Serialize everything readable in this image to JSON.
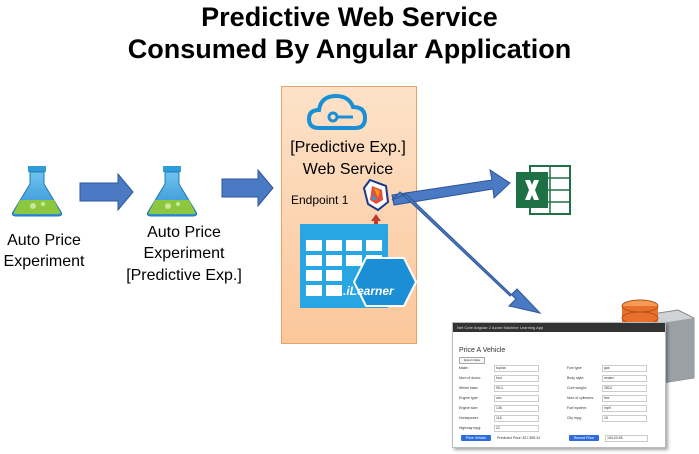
{
  "title": {
    "line1": "Predictive Web Service",
    "line2": "Consumed By Angular Application"
  },
  "nodes": {
    "exp1_label1": "Auto Price",
    "exp1_label2": "Experiment",
    "exp2_label1": "Auto Price",
    "exp2_label2": "Experiment",
    "exp2_label3": "[Predictive Exp.]",
    "ws_label1": "[Predictive Exp.]",
    "ws_label2": "Web Service",
    "endpoint": "Endpoint 1",
    "ilearner": ".iLearner"
  },
  "app": {
    "header": "Net Core Angular 2 Azure Machine Learning App",
    "page_title": "Price A Vehicle",
    "export_btn": "Export Data",
    "left_fields": [
      {
        "label": "Make:",
        "value": "toyota"
      },
      {
        "label": "Num of doors:",
        "value": "four"
      },
      {
        "label": "Wheel base:",
        "value": "95.4"
      },
      {
        "label": "Engine type:",
        "value": "ohc"
      },
      {
        "label": "Engine size:",
        "value": "136"
      },
      {
        "label": "Horsepower:",
        "value": "116"
      },
      {
        "label": "Highway mpg:",
        "value": "22"
      }
    ],
    "right_fields": [
      {
        "label": "Fuel type:",
        "value": "gas"
      },
      {
        "label": "Body style:",
        "value": "sedan"
      },
      {
        "label": "Curb weight:",
        "value": "2824"
      },
      {
        "label": "Num of cylinders:",
        "value": "five"
      },
      {
        "label": "Fuel system:",
        "value": "mpfi"
      },
      {
        "label": "City mpg:",
        "value": "19"
      }
    ],
    "price_btn": "Price Vehicle",
    "predicted": "Predicted Price: $17,895.24",
    "record_btn": "Record Price",
    "record_val": "16/120.55"
  },
  "colors": {
    "arrow": "#4a7ac4",
    "box_fill": "#fbd3ae",
    "flask_liquid": "#8dc63f",
    "flask_body": "#2e9cd8",
    "excel": "#1e7145",
    "database": "#e8702a",
    "red_arrow": "#c0392b"
  }
}
